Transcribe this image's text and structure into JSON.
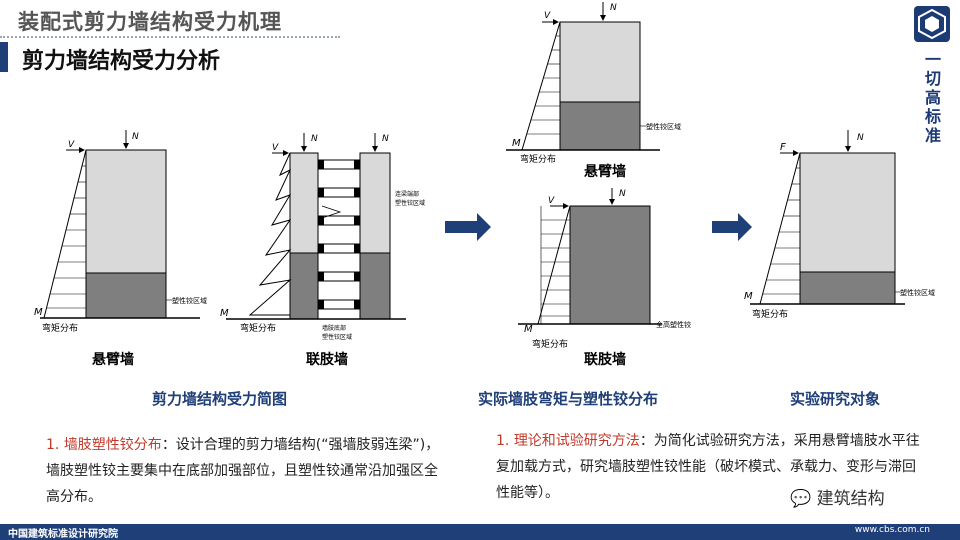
{
  "header": {
    "title": "装配式剪力墙结构受力机理",
    "subtitle": "剪力墙结构受力分析",
    "logo_text": "一切高标准"
  },
  "diagrams": {
    "d1": {
      "V": "V",
      "N": "N",
      "M": "M",
      "moment": "弯矩分布",
      "hinge": "塑性铰区域",
      "name": "悬臂墙"
    },
    "d2": {
      "V": "V",
      "N1": "N",
      "N2": "N",
      "M": "M",
      "moment": "弯矩分布",
      "hinge_beam_1": "连梁端部",
      "hinge_beam_2": "塑性铰区域",
      "hinge_bottom_1": "墙肢底部",
      "hinge_bottom_2": "塑性铰区域",
      "name": "联肢墙"
    },
    "d3": {
      "V": "V",
      "N": "N",
      "M": "M",
      "moment": "弯矩分布",
      "hinge": "塑性铰区域",
      "name": "悬臂墙"
    },
    "d4": {
      "V": "V",
      "N": "N",
      "M": "M",
      "moment": "弯矩分布",
      "hinge": "全高塑性铰",
      "name": "联肢墙"
    },
    "d5": {
      "F": "F",
      "N": "N",
      "M": "M",
      "moment": "弯矩分布",
      "hinge": "塑性铰区域"
    }
  },
  "captions": {
    "c1": "剪力墙结构受力简图",
    "c2": "实际墙肢弯矩与塑性铰分布",
    "c3": "实验研究对象"
  },
  "notes": {
    "left_num": "1. ",
    "left_hl": "墙肢塑性铰分布",
    "left_text": "：设计合理的剪力墙结构(“强墙肢弱连梁”)，墙肢塑性铰主要集中在底部加强部位，且塑性铰通常沿加强区全高分布。",
    "right_num": "1. ",
    "right_hl": "理论和试验研究方法",
    "right_text": "：为简化试验研究方法，采用悬臂墙肢水平往复加载方式，研究墙肢塑性铰性能（破坏模式、承载力、变形与滞回性能等）。"
  },
  "footer": {
    "org": "中国建筑标准设计研究院",
    "url": "www.cbs.com.cn",
    "watermark": "建筑结构"
  },
  "colors": {
    "navy": "#1f3f78",
    "light_gray": "#d9d9d9",
    "dark_gray": "#7f7f7f",
    "red": "#c0392b"
  }
}
